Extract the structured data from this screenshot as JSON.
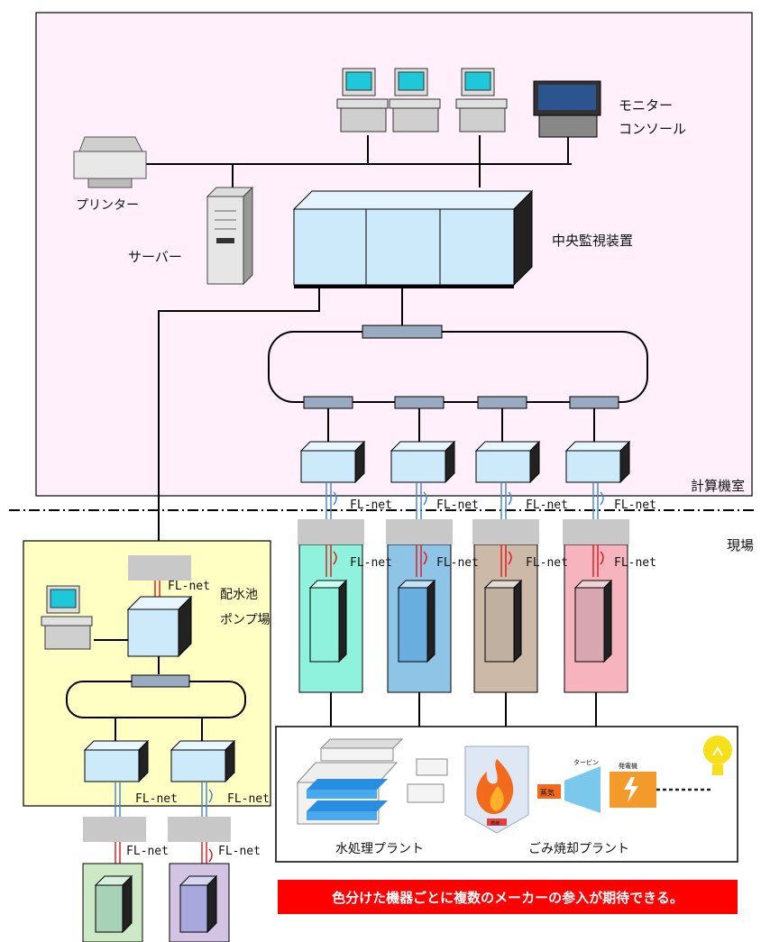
{
  "labels": {
    "monitor_console_1": "モニター",
    "monitor_console_2": "コンソール",
    "printer": "プリンター",
    "server": "サーバー",
    "central_monitoring": "中央監視装置",
    "computer_room": "計算機室",
    "field": "現場",
    "reservoir_1": "配水池",
    "reservoir_2": "ポンプ場",
    "water_plant": "水処理プラント",
    "incinerator_plant": "ごみ焼却プラント",
    "turbine": "タービン",
    "generator": "発電機",
    "steam": "蒸気",
    "fire_tag": "燃焼"
  },
  "network_label": "FL-net",
  "banner": "色分けた機器ごとに複数のメーカーの参入が期待できる。",
  "colors": {
    "computer_room_bg": "#fff0fb",
    "pump_station_bg": "#ffffc4",
    "equipment_box": "#cdeafa",
    "hub": "#9aaac0",
    "water_green": "#8ff2dc",
    "water_blue": "#8ec4e6",
    "incinerator_tan": "#cdb9a8",
    "incinerator_pink": "#e8b0ba",
    "pump_green": "#a8d2b8",
    "pump_purple": "#a8a8de",
    "banner": "#ff0000"
  }
}
